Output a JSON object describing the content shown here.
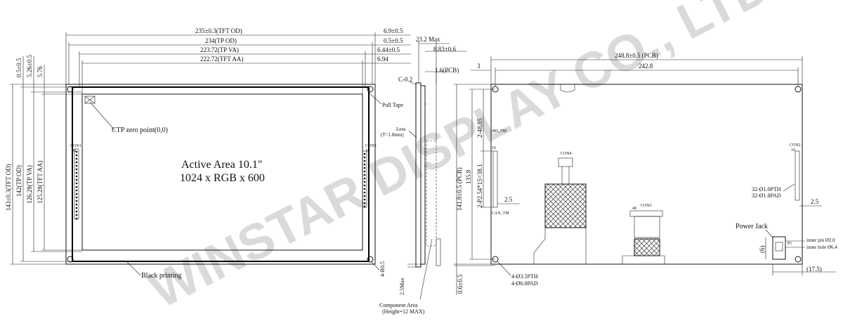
{
  "watermark": "WINSTAR DISPLAY CO., LTD.",
  "front": {
    "dims_top": [
      "235±0.3(TFT OD)",
      "234(TP OD)",
      "223.72(TP VA)",
      "222.72(TFT AA)"
    ],
    "dims_top_right": [
      "6.9±0.5",
      "0.5±0.5",
      "6.44±0.5",
      "6.94"
    ],
    "dims_left": [
      "143±0.3(TFT OD)",
      "142(TP OD)",
      "126.28(TP VA)",
      "125.28(TFT AA)"
    ],
    "dims_left_top": [
      "0.5±0.5",
      "5.26±0.5",
      "5.76"
    ],
    "active_area_line1": "Active Area 10.1\"",
    "active_area_line2": "1024 x RGB x 600",
    "ctp_zero": "CTP  zero point(0,0)",
    "black_printing": "Black printing",
    "pull_tape": "Pull Tape",
    "corner_radius": "4-R0.5",
    "con_left": "CON1",
    "con_left_num": "40",
    "con_right": "CON3",
    "con_right_num": "16"
  },
  "side": {
    "dim_232": "23.2 Max",
    "dim_883": "8.83±0.6",
    "dim_16": "1.6(PCB)",
    "c02": "C-0.2",
    "lens_line1": "Lens",
    "lens_line2": "(T=1.8mm)",
    "dim_25max": "2.5Max",
    "component_line1": "Component Area",
    "component_line2": "(Height=12 MAX)"
  },
  "back": {
    "dim_pcb_width": "248.8±0.5 (PCB)",
    "dim_2428": "242.8",
    "dim_3": "3",
    "dim_pcb_height": "141.8±0.5 (PCB)",
    "dim_1358": "135.8",
    "dim_4885": "2-48.85",
    "dim_pitch": "2-P2.54*15=38.1",
    "dim_25": "2.5",
    "dim_25_right": "2.5",
    "dim_06": "0.6±0.5",
    "holes_line1": "4-Ø3.5PTH",
    "holes_line2": "4-Ø6.0PAD",
    "con4": "CON4",
    "con3": "CON3",
    "con3_num": "40",
    "con2": "CON2",
    "con2_num": "16",
    "con_left_num": "16",
    "j485": "485_TM",
    "can_tm": "CAN_TM",
    "pth_line1": "32-Ø1.0PTH",
    "pth_line2": "32-Ø1.8PAD",
    "power_jack": "Power Jack",
    "inner_pin": "inner pin Ø2.0",
    "inner_hole": "inner hole Ø6.4",
    "dim_6": "(6)",
    "dim_175": "(17.5)",
    "p1": "P1"
  }
}
